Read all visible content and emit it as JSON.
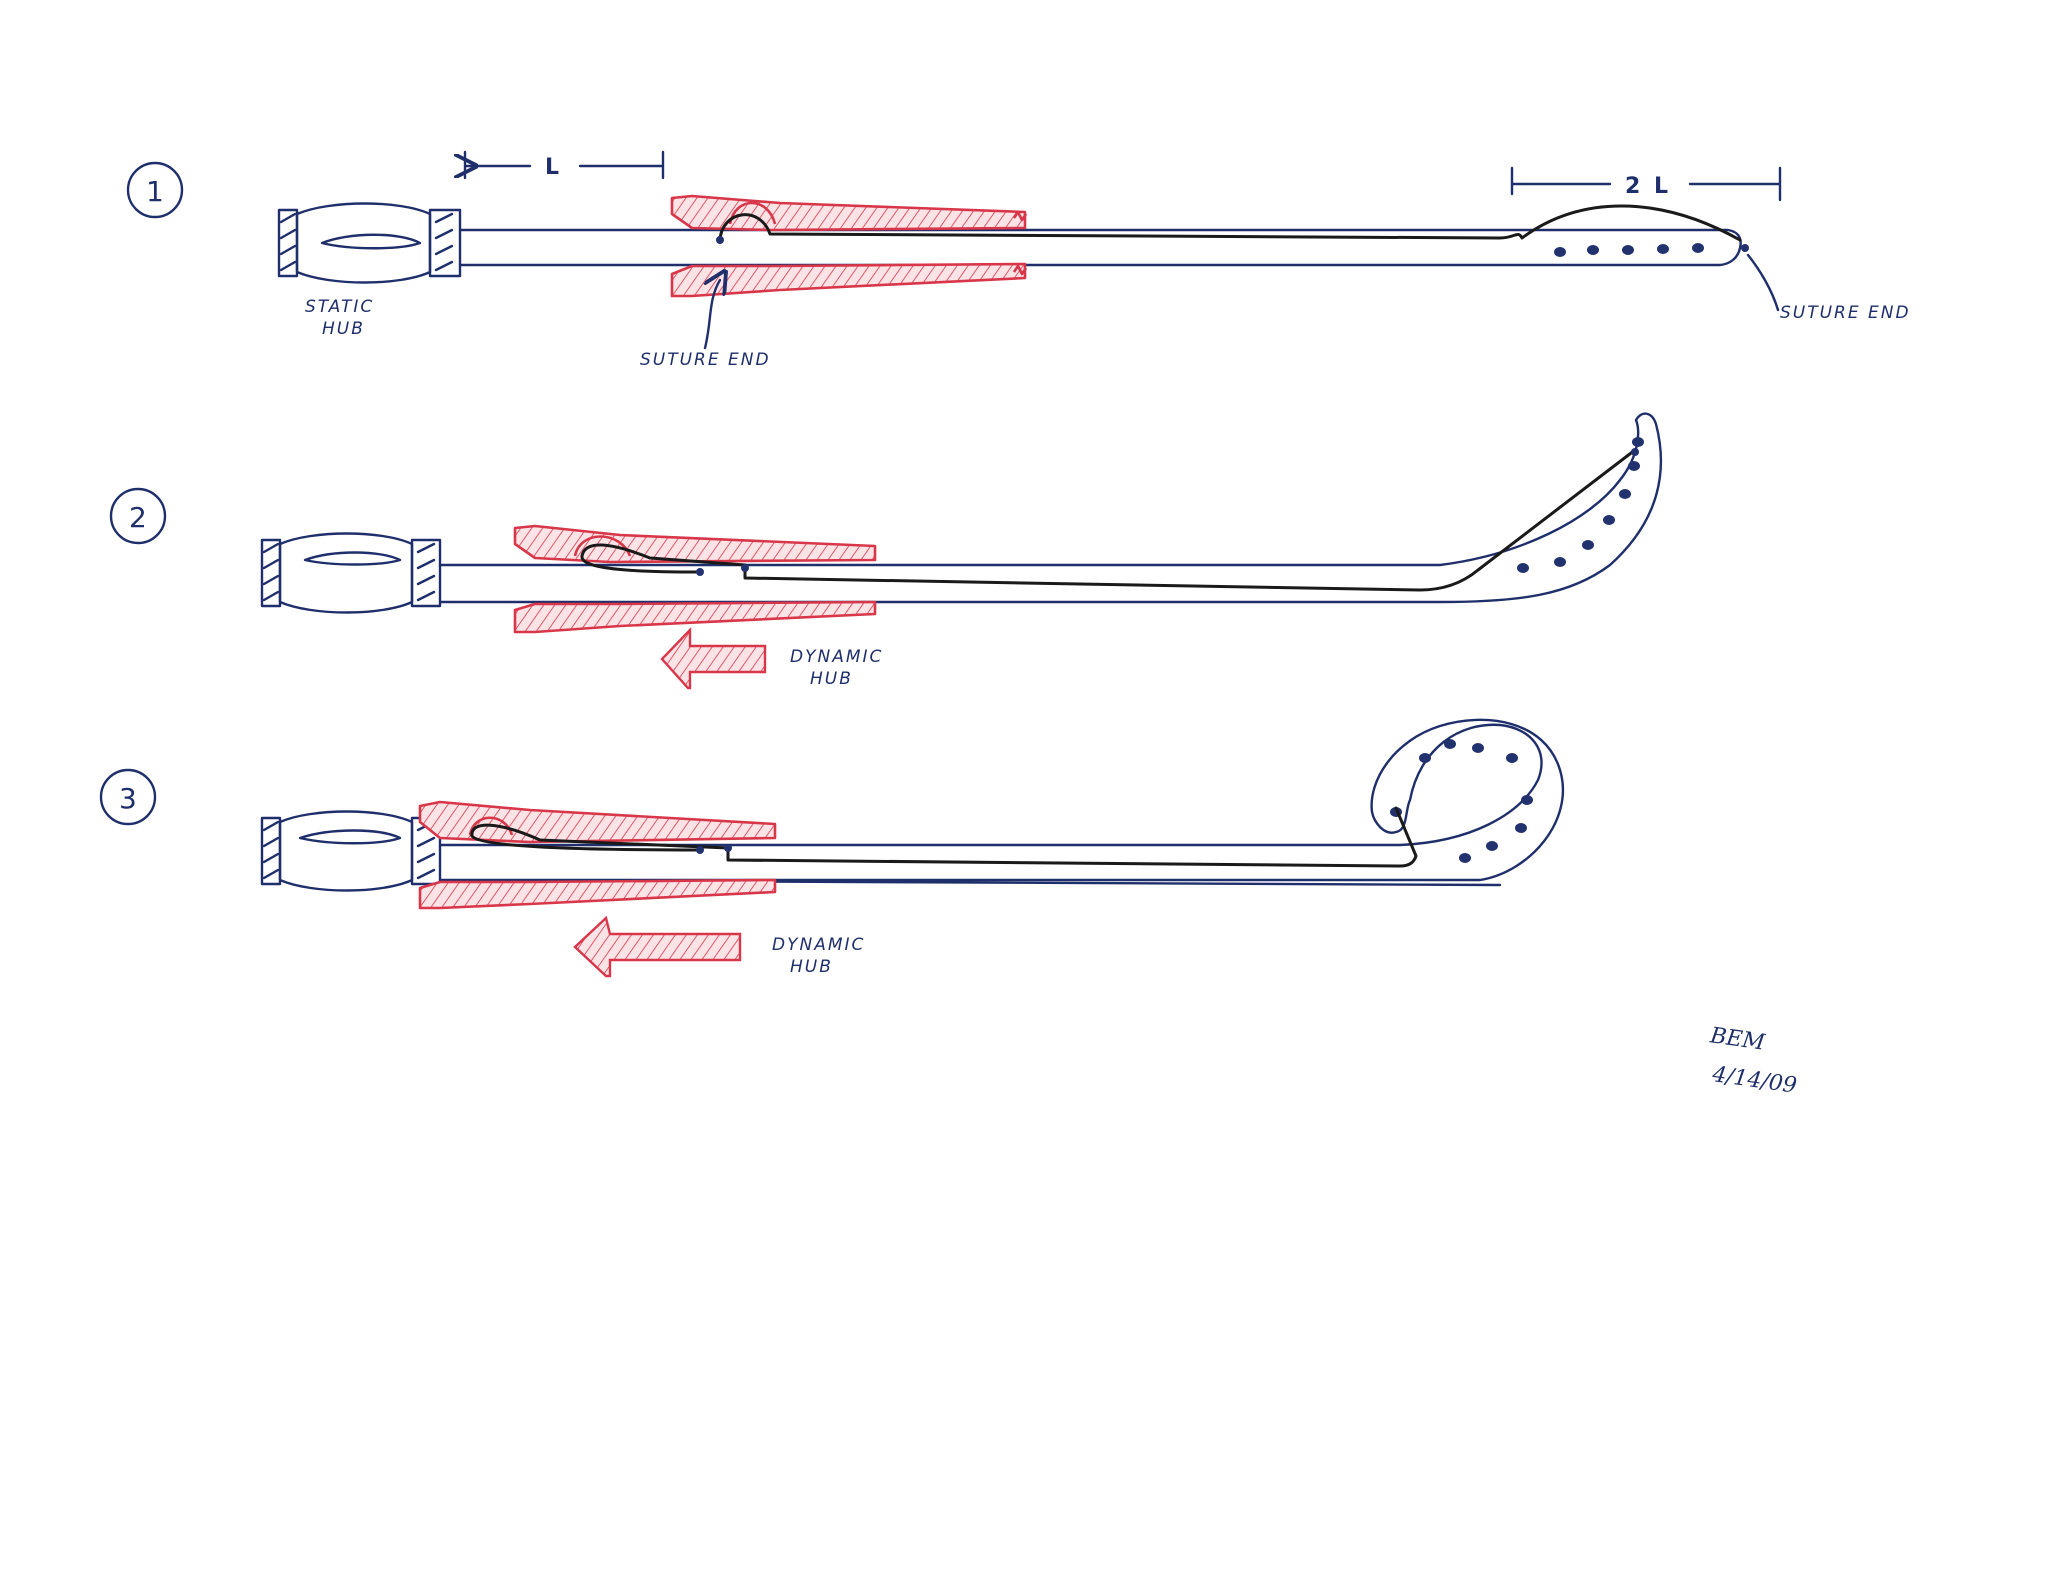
{
  "steps": [
    {
      "number": "1",
      "labels": {
        "static_hub": "STATIC\nHUB",
        "suture_end_left": "SUTURE END",
        "suture_end_right": "SUTURE END",
        "dim_l": "L",
        "dim_2l": "2 L"
      }
    },
    {
      "number": "2",
      "labels": {
        "dynamic_hub": "DYNAMIC\nHUB"
      }
    },
    {
      "number": "3",
      "labels": {
        "dynamic_hub": "DYNAMIC\nHUB"
      }
    }
  ],
  "signature": {
    "initials": "BEM",
    "date": "4/14/09"
  },
  "colors": {
    "ink_blue": "#1f2f6b",
    "ink_red": "#d8374a",
    "ink_black": "#1a1a1a"
  }
}
